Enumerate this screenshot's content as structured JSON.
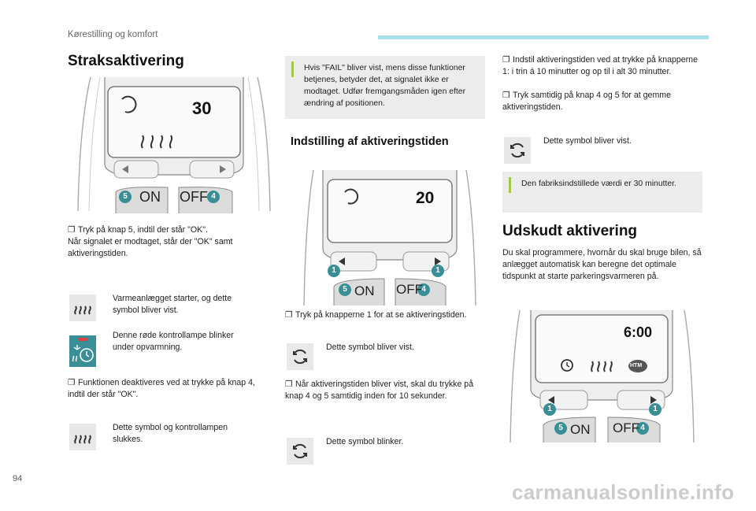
{
  "header": {
    "section": "Kørestilling og komfort"
  },
  "page_number": "94",
  "watermark": "carmanualsonline.info",
  "left": {
    "title": "Straksaktivering",
    "display_time": "30",
    "buttons": {
      "on": "ON",
      "off": "OFF",
      "num5": "5",
      "num4": "4"
    },
    "p1": "Tryk på knap 5, indtil der står \"OK\".",
    "p2": "Når signalet er modtaget, står der \"OK\" samt aktiveringstiden.",
    "row1": "Varmeanlægget starter, og dette symbol bliver vist.",
    "row2": "Denne røde kontrollampe blinker under opvarmning.",
    "p3": "Funktionen deaktiveres ved at trykke på knap 4, indtil der står \"OK\".",
    "row3": "Dette symbol og kontrollampen slukkes."
  },
  "middle": {
    "note": "Hvis \"FAIL\" bliver vist, mens disse funktioner betjenes, betyder det, at signalet ikke er modtaget. Udfør fremgangsmåden igen efter ændring af positionen.",
    "title": "Indstilling af aktiveringstiden",
    "display_time": "20",
    "buttons": {
      "on": "ON",
      "off": "OFF",
      "num5": "5",
      "num4": "4",
      "num1": "1"
    },
    "p1": "Tryk på knapperne 1 for at se aktiveringstiden.",
    "row1": "Dette symbol bliver vist.",
    "p2": "Når aktiveringstiden bliver vist, skal du trykke på knap 4 og 5 samtidig inden for 10 sekunder.",
    "row2": "Dette symbol blinker."
  },
  "right": {
    "p1": "Indstil aktiveringstiden ved at trykke på knapperne 1: i trin á 10 minutter og op til i alt 30 minutter.",
    "p2": "Tryk samtidig på knap 4 og 5 for at gemme aktiveringstiden.",
    "row1": "Dette symbol bliver vist.",
    "note": "Den fabriksindstillede værdi er 30 minutter.",
    "title": "Udskudt aktivering",
    "p3": "Du skal programmere, hvornår du skal bruge bilen, så anlægget automatisk kan beregne det optimale tidspunkt at starte parkeringsvarmeren på.",
    "display_time": "6:00",
    "htm": "HTM",
    "buttons": {
      "on": "ON",
      "off": "OFF",
      "num5": "5",
      "num4": "4",
      "num1": "1"
    }
  },
  "colors": {
    "accent_teal": "#3a8f96",
    "note_bar": "#a5c84a",
    "badge": "#3a8f96",
    "header_bar": "#a9dfe8"
  }
}
